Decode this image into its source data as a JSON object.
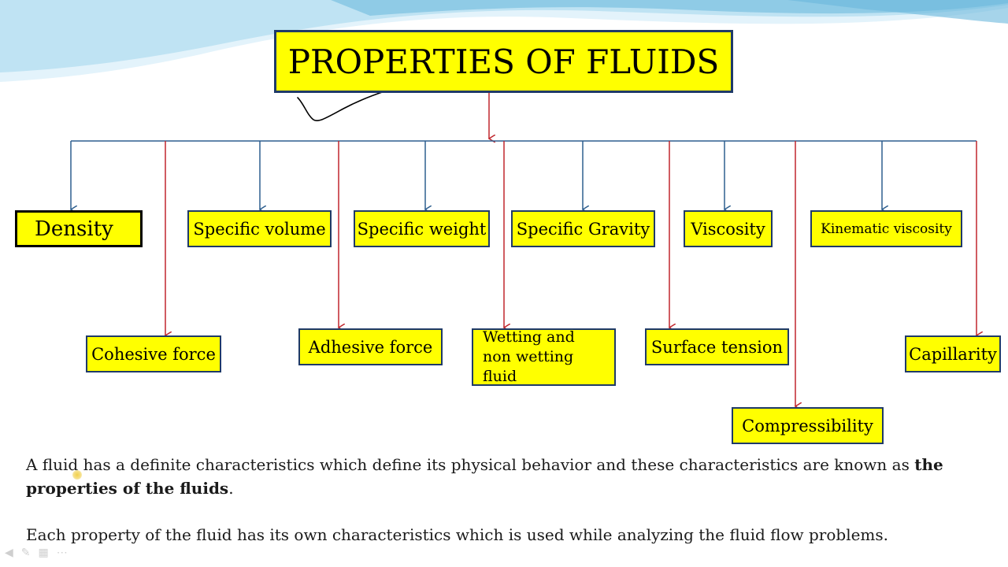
{
  "diagram": {
    "title": "PROPERTIES OF FLUIDS",
    "nodes": [
      {
        "id": "density",
        "label": "Density"
      },
      {
        "id": "specific-volume",
        "label": "Specific volume"
      },
      {
        "id": "specific-weight",
        "label": "Specific weight"
      },
      {
        "id": "specific-gravity",
        "label": "Specific Gravity"
      },
      {
        "id": "viscosity",
        "label": "Viscosity"
      },
      {
        "id": "kinematic-viscosity",
        "label": "Kinematic viscosity"
      },
      {
        "id": "cohesive-force",
        "label": "Cohesive force"
      },
      {
        "id": "adhesive-force",
        "label": "Adhesive force"
      },
      {
        "id": "wetting",
        "label": "Wetting and non wetting fluid"
      },
      {
        "id": "surface-tension",
        "label": "Surface tension"
      },
      {
        "id": "capillarity",
        "label": "Capillarity"
      },
      {
        "id": "compressibility",
        "label": "Compressibility"
      }
    ],
    "colors": {
      "box_fill": "#ffff00",
      "box_border": "#1f3a68",
      "arrow_blue": "#2e5f8f",
      "arrow_red": "#c0272d",
      "wave_light": "#cde9f6",
      "wave_dark": "#7cc3e2"
    }
  },
  "body": {
    "p1_text": "A  fluid has a definite characteristics which define its physical behavior and these characteristics are known as ",
    "p1_bold": "the properties of the fluids",
    "p1_end": ".",
    "p2_text": "Each property of the fluid has its own characteristics which is used while analyzing the fluid flow problems."
  }
}
